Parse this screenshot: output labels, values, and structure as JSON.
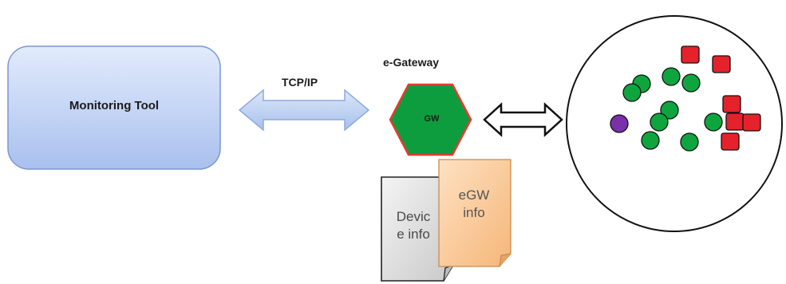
{
  "diagram": {
    "monitoring_tool": {
      "label": "Monitoring Tool",
      "color": "#b6cbf2"
    },
    "link": {
      "label": "TCP/IP",
      "arrow_color": "#b7cdf0"
    },
    "gateway": {
      "title": "e-Gateway",
      "label": "GW",
      "fill": "#0e9d3e",
      "stroke": "#e53a30"
    },
    "documents": {
      "device": {
        "line1": "Devic",
        "line2": "e info",
        "color": "#dedede"
      },
      "egw": {
        "line1": "eGW",
        "line2": "info",
        "color": "#f8c796"
      }
    },
    "network": {
      "node_colors": {
        "green": "#0ea53f",
        "red": "#e5222b",
        "purple": "#7a30a8"
      },
      "legend_icons": [
        "green-circle-node",
        "red-square-node",
        "purple-circle-node"
      ]
    }
  }
}
